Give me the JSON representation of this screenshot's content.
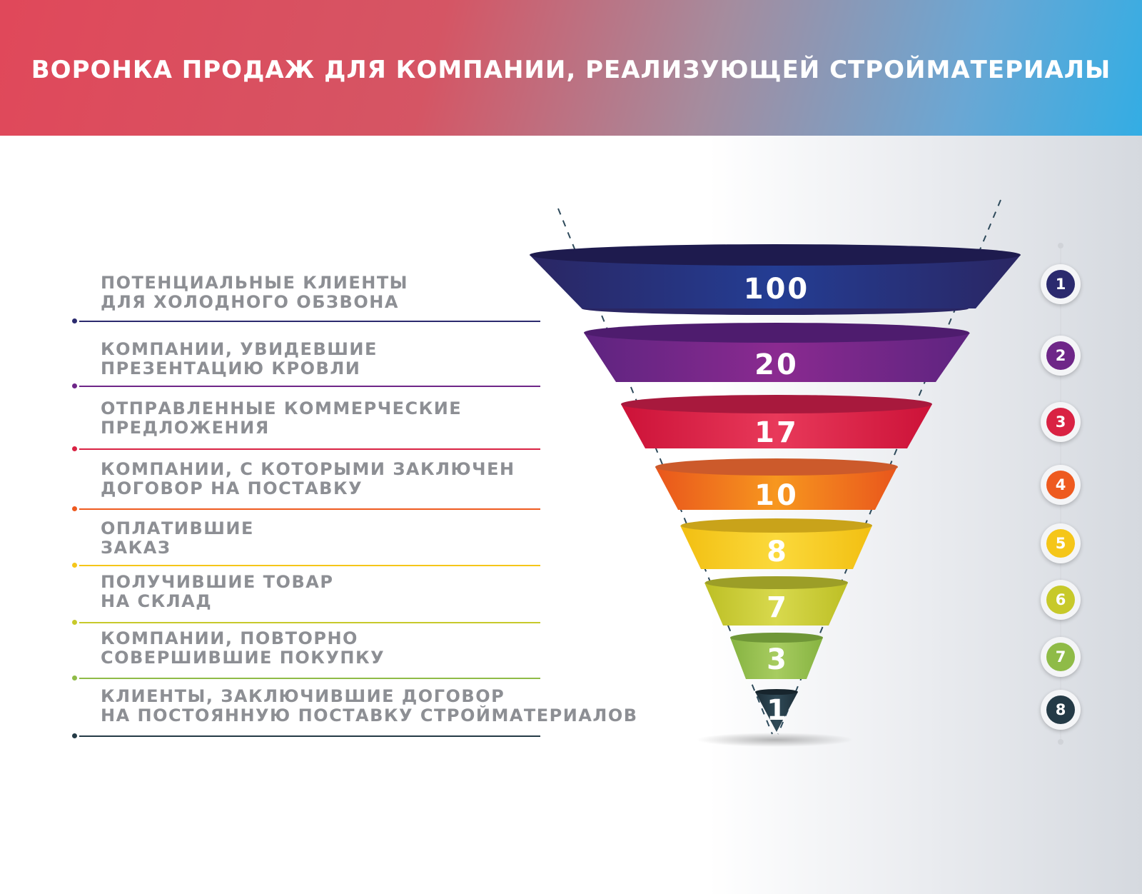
{
  "header": {
    "title": "ВОРОНКА ПРОДАЖ ДЛЯ КОМПАНИИ, РЕАЛИЗУЮЩЕЙ СТРОЙМАТЕРИАЛЫ"
  },
  "stages": [
    {
      "number": "1",
      "value": "100",
      "line1": "ПОТЕНЦИАЛЬНЫЕ КЛИЕНТЫ",
      "line2": "ДЛЯ ХОЛОДНОГО ОБЗВОНА",
      "color": "#2b2a6e"
    },
    {
      "number": "2",
      "value": "20",
      "line1": "КОМПАНИИ, УВИДЕВШИЕ",
      "line2": "ПРЕЗЕНТАЦИЮ КРОВЛИ",
      "color": "#6e2688"
    },
    {
      "number": "3",
      "value": "17",
      "line1": "ОТПРАВЛЕННЫЕ КОММЕРЧЕСКИЕ",
      "line2": "ПРЕДЛОЖЕНИЯ",
      "color": "#d92243"
    },
    {
      "number": "4",
      "value": "10",
      "line1": "КОМПАНИИ, С КОТОРЫМИ ЗАКЛЮЧЕН",
      "line2": "ДОГОВОР НА ПОСТАВКУ",
      "color": "#ee5a1f"
    },
    {
      "number": "5",
      "value": "8",
      "line1": "ОПЛАТИВШИЕ",
      "line2": "ЗАКАЗ",
      "color": "#f5c619"
    },
    {
      "number": "6",
      "value": "7",
      "line1": "ПОЛУЧИВШИЕ ТОВАР",
      "line2": "НА СКЛАД",
      "color": "#c7c92a"
    },
    {
      "number": "7",
      "value": "3",
      "line1": "КОМПАНИИ, ПОВТОРНО",
      "line2": "СОВЕРШИВШИЕ ПОКУПКУ",
      "color": "#8fbb47"
    },
    {
      "number": "8",
      "value": "1",
      "line1": "КЛИЕНТЫ, ЗАКЛЮЧИВШИЕ ДОГОВОР",
      "line2": "НА ПОСТОЯННУЮ ПОСТАВКУ СТРОЙМАТЕРИАЛОВ",
      "color": "#243a46"
    }
  ]
}
